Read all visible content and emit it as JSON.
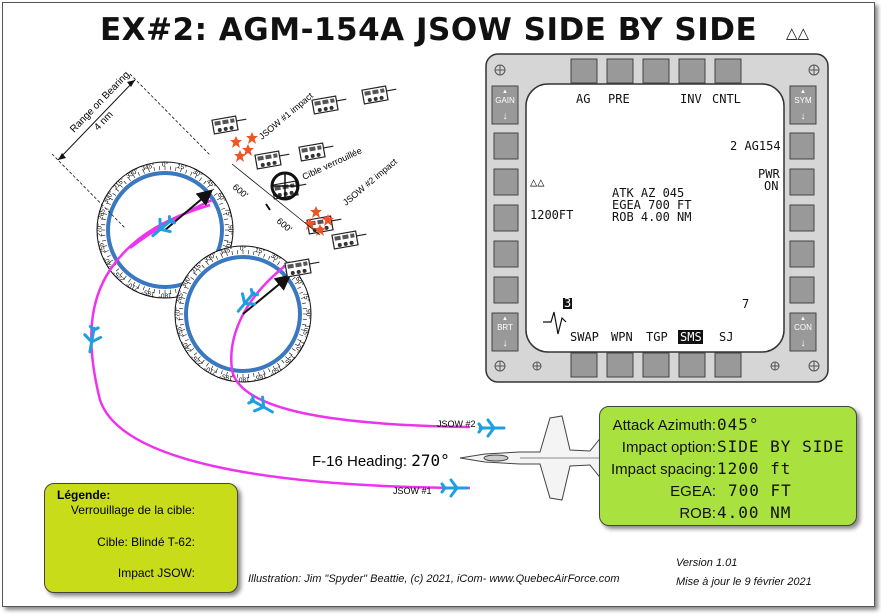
{
  "title": "EX#2: AGM-154A JSOW SIDE BY SIDE",
  "title_symbol": "△△",
  "diagram": {
    "range_label_1": "Range on Bearing",
    "range_label_2": "4 nm",
    "jsow1_impact": "JSOW #1 impact",
    "jsow2_impact": "JSOW #2 impact",
    "target_locked": "Cible verrouillée",
    "spacing_1": "600'",
    "spacing_2": "600'",
    "jsow2_label": "JSOW #2",
    "jsow1_label": "JSOW #1",
    "compass_ticks": [
      "0°",
      "15°",
      "30°",
      "45°",
      "60°",
      "75°",
      "90°",
      "105°",
      "120°",
      "135°",
      "150°",
      "165°",
      "180°",
      "195°",
      "210°",
      "225°",
      "240°",
      "255°",
      "270°",
      "285°",
      "300°",
      "315°",
      "330°",
      "345°"
    ]
  },
  "mfd": {
    "top_buttons": [
      "AG",
      "PRE",
      "INV",
      "CNTL"
    ],
    "bottom_buttons": [
      "SWAP",
      "WPN",
      "TGP",
      "SMS",
      "SJ"
    ],
    "left_rocker_top": "GAIN",
    "left_rocker_bottom": "BRT",
    "right_rocker_top": "SYM",
    "right_rocker_bottom": "CON",
    "weapon": "2 AG154",
    "pwr": "PWR",
    "pwr_state": "ON",
    "atk_az": "ATK AZ 045",
    "egea": "EGEA 700 FT",
    "rob": "ROB 4.00 NM",
    "spacing": "1200FT",
    "triangles": "△△",
    "step_num": "3",
    "right_num": "7"
  },
  "info": {
    "attack_azimuth_label": "Attack Azimuth:",
    "attack_azimuth_value": "045°",
    "impact_option_label": "Impact option:",
    "impact_option_value": "SIDE BY SIDE",
    "impact_spacing_label": "Impact spacing:",
    "impact_spacing_value": "1200 ft",
    "egea_label": "EGEA:",
    "egea_value": "700 FT",
    "rob_label": "ROB:",
    "rob_value": "4.00 NM"
  },
  "f16": {
    "heading_label": "F-16 Heading:",
    "heading_value": "270°"
  },
  "legend": {
    "title": "Légende:",
    "lock_label": "Verrouillage de la cible:",
    "tank_label": "Cible: Blindé T-62:",
    "impact_label": "Impact JSOW:"
  },
  "credits": {
    "illustration": "Illustration: Jim \"Spyder\" Beattie, (c) 2021, iCom- www.QuebecAirForce.com",
    "version": "Version 1.01",
    "updated": "Mise à jour le 9 février 2021"
  },
  "colors": {
    "path": "#ee33ee",
    "ring": "#3a78c0",
    "jsow_icon": "#1ea0e0",
    "info_bg": "#a9e13e",
    "legend_bg": "#c8dc1a",
    "impact": "#ee5522"
  }
}
